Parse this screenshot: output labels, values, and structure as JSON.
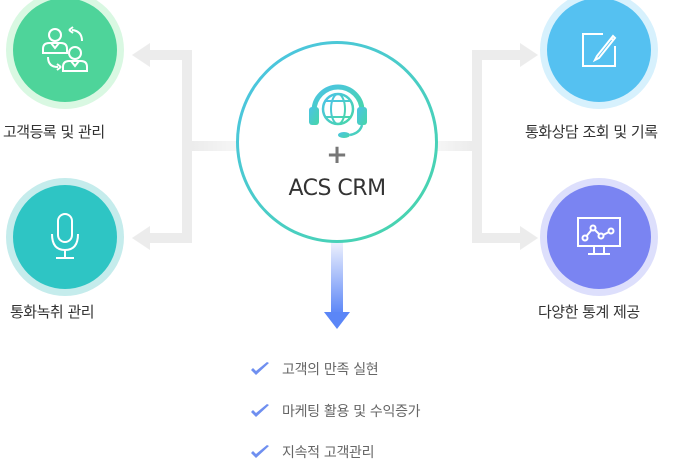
{
  "center": {
    "icon": "headset-globe-icon",
    "plus": "+",
    "title": "ACS CRM"
  },
  "features": [
    {
      "label": "고객등록 및 관리",
      "icon": "users-exchange-icon",
      "color": "#4ed49a",
      "ring": "#d9f8e2"
    },
    {
      "label": "통화녹취 관리",
      "icon": "microphone-icon",
      "color": "#2ec5c4",
      "ring": "#c5ecec"
    },
    {
      "label": "통화상담 조회 및 기록",
      "icon": "edit-note-icon",
      "color": "#55c1f1",
      "ring": "#d7f1fd"
    },
    {
      "label": "다양한 통계 제공",
      "icon": "monitor-chart-icon",
      "color": "#7a84f2",
      "ring": "#dddffc"
    }
  ],
  "benefits": [
    {
      "text": "고객의 만족 실현",
      "icon": "check-icon"
    },
    {
      "text": "마케팅 활용 및 수익증가",
      "icon": "check-icon"
    },
    {
      "text": "지속적 고객관리",
      "icon": "check-icon"
    }
  ],
  "colors": {
    "connector": "#ececec",
    "arrow_down": "#5b86f7",
    "check": "#6f8ff0"
  }
}
